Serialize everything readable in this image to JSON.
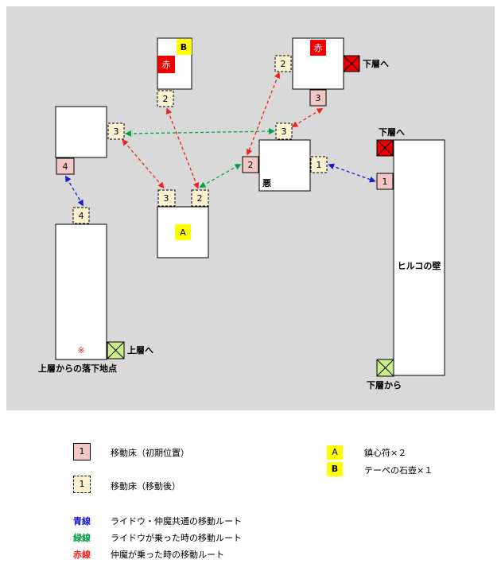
{
  "tiles": {
    "room1_tile": "3",
    "room1_init": "4",
    "room2_tile": "2",
    "room2_letter": "B",
    "room2_red": "赤",
    "center_tile_left": "3",
    "center_tile_right": "2",
    "center_letter": "A",
    "room4_tile_left": "2",
    "room4_tile_bottom": "3",
    "room4_red": "赤",
    "evil_tile_top": "3",
    "evil_tile_right": "1",
    "evil_init_left": "2",
    "left_corridor_tile": "4",
    "wall_init": "1"
  },
  "labels": {
    "evil": "悪",
    "wall": "ヒルコの壁",
    "down_stairs_1": "下層へ",
    "down_stairs_2": "下層へ",
    "up_stairs": "上層へ",
    "from_below": "下層から",
    "fall_point": "上層からの落下地点",
    "fall_mark": "※"
  },
  "legend": {
    "init_tile": "1",
    "init_desc": "移動床（初期位置）",
    "moved_tile": "1",
    "moved_desc": "移動床（移動後）",
    "item_a_key": "A",
    "item_a_desc": "鎮心符×２",
    "item_b_key": "B",
    "item_b_desc": "テーペの石壺×１",
    "blue_key": "青線",
    "blue_desc": "ライドウ・仲魔共通の移動ルート",
    "green_key": "緑線",
    "green_desc": "ライドウが乗った時の移動ルート",
    "red_key": "赤線",
    "red_desc": "仲魔が乗った時の移動ルート"
  },
  "colors": {
    "map_bg": "#d9d9d9",
    "init_tile": "#f4c7c7",
    "moved_tile": "#fdf2d0",
    "item": "#ffff00",
    "red_box": "#ee0000",
    "stairs_green": "#ccee88",
    "blue": "#1a1acc",
    "green": "#00a040",
    "red": "#ee2222"
  }
}
